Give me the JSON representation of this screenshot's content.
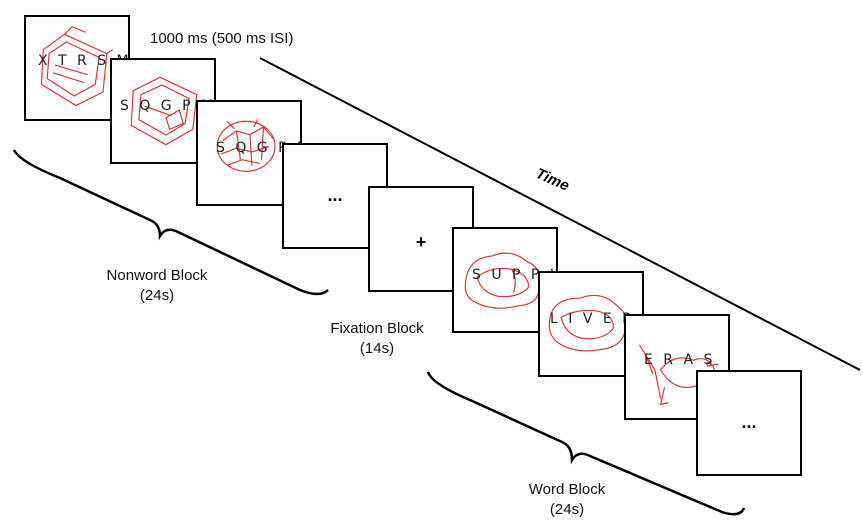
{
  "timing_label": "1000 ms (500 ms ISI)",
  "time_label": "Time",
  "nonword_block": {
    "title": "Nonword Block",
    "duration": "(24s)"
  },
  "fixation_block": {
    "title": "Fixation Block",
    "duration": "(14s)",
    "symbol": "+"
  },
  "word_block": {
    "title": "Word Block",
    "duration": "(24s)"
  },
  "frames": {
    "nonword_1": "X T R S M",
    "nonword_2": "S Q G P M S",
    "nonword_3": "S Q G P M",
    "nonword_more": "...",
    "word_1": "S U P P L",
    "word_2": "L I V E R",
    "word_3": "E R A S",
    "word_more": "..."
  },
  "colors": {
    "drawing": "#e03030",
    "frame": "#000000"
  }
}
